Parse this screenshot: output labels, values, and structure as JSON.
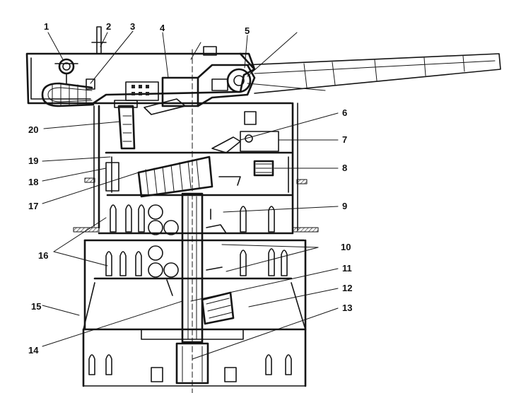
{
  "callouts": [
    {
      "n": "1"
    },
    {
      "n": "2"
    },
    {
      "n": "3"
    },
    {
      "n": "4"
    },
    {
      "n": "5"
    },
    {
      "n": "6"
    },
    {
      "n": "7"
    },
    {
      "n": "8"
    },
    {
      "n": "9"
    },
    {
      "n": "10"
    },
    {
      "n": "11"
    },
    {
      "n": "12"
    },
    {
      "n": "13"
    },
    {
      "n": "14"
    },
    {
      "n": "15"
    },
    {
      "n": "16"
    },
    {
      "n": "17"
    },
    {
      "n": "18"
    },
    {
      "n": "19"
    },
    {
      "n": "20"
    }
  ]
}
